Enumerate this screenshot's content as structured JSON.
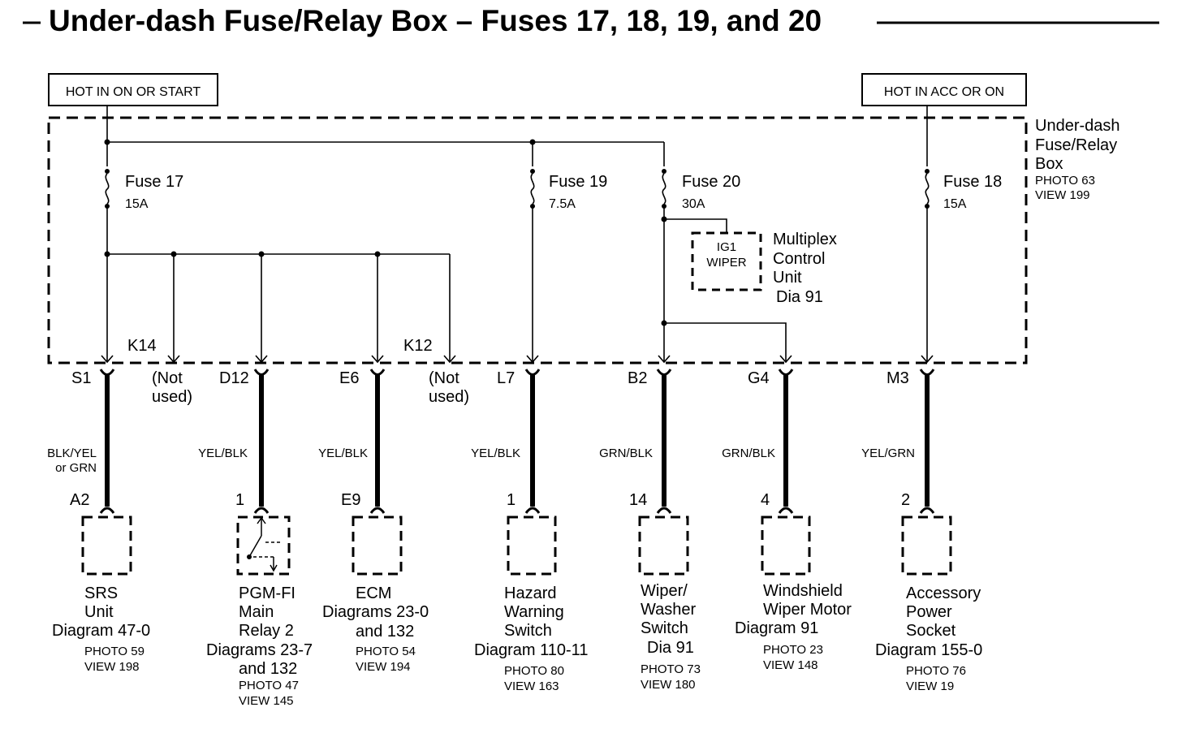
{
  "title": "Under-dash Fuse/Relay Box – Fuses 17, 18, 19, and 20",
  "power_labels": {
    "left": "HOT IN ON OR START",
    "right": "HOT IN ACC OR ON"
  },
  "box_label": {
    "line1": "Under-dash",
    "line2": "Fuse/Relay",
    "line3": "Box",
    "photo": "PHOTO 63",
    "view": "VIEW 199"
  },
  "fuses": [
    {
      "name": "Fuse 17",
      "rating": "15A"
    },
    {
      "name": "Fuse 19",
      "rating": "7.5A"
    },
    {
      "name": "Fuse 20",
      "rating": "30A"
    },
    {
      "name": "Fuse 18",
      "rating": "15A"
    }
  ],
  "mcu": {
    "box_line1": "IG1",
    "box_line2": "WIPER",
    "label_line1": "Multiplex",
    "label_line2": "Control",
    "label_line3": "Unit",
    "label_line4": "Dia 91"
  },
  "internal_terminals": {
    "k14": "K14",
    "k12": "K12",
    "not_used_1": "(Not",
    "not_used_2": "used)"
  },
  "connectors": [
    {
      "pin": "S1",
      "wire_line1": "BLK/YEL",
      "wire_line2": "or GRN",
      "dest_pin": "A2",
      "component": [
        "SRS",
        "Unit",
        "Diagram 47-0"
      ],
      "photo": "PHOTO 59",
      "view": "VIEW 198"
    },
    {
      "pin": "D12",
      "wire_line1": "YEL/BLK",
      "wire_line2": "",
      "dest_pin": "1",
      "component": [
        "PGM-FI",
        "Main",
        "Relay 2",
        "Diagrams 23-7",
        "and 132"
      ],
      "photo": "PHOTO 47",
      "view": "VIEW 145"
    },
    {
      "pin": "E6",
      "wire_line1": "YEL/BLK",
      "wire_line2": "",
      "dest_pin": "E9",
      "component": [
        "ECM",
        "Diagrams 23-0",
        "and 132"
      ],
      "photo": "PHOTO 54",
      "view": "VIEW 194"
    },
    {
      "pin": "L7",
      "wire_line1": "YEL/BLK",
      "wire_line2": "",
      "dest_pin": "1",
      "component": [
        "Hazard",
        "Warning",
        "Switch",
        "Diagram 110-11"
      ],
      "photo": "PHOTO 80",
      "view": "VIEW 163"
    },
    {
      "pin": "B2",
      "wire_line1": "GRN/BLK",
      "wire_line2": "",
      "dest_pin": "14",
      "component": [
        "Wiper/",
        "Washer",
        "Switch",
        "Dia 91"
      ],
      "photo": "PHOTO 73",
      "view": "VIEW 180"
    },
    {
      "pin": "G4",
      "wire_line1": "GRN/BLK",
      "wire_line2": "",
      "dest_pin": "4",
      "component": [
        "Windshield",
        "Wiper Motor",
        "Diagram 91"
      ],
      "photo": "PHOTO 23",
      "view": "VIEW 148"
    },
    {
      "pin": "M3",
      "wire_line1": "YEL/GRN",
      "wire_line2": "",
      "dest_pin": "2",
      "component": [
        "Accessory",
        "Power",
        "Socket",
        "Diagram 155-0"
      ],
      "photo": "PHOTO 76",
      "view": "VIEW 19"
    }
  ]
}
